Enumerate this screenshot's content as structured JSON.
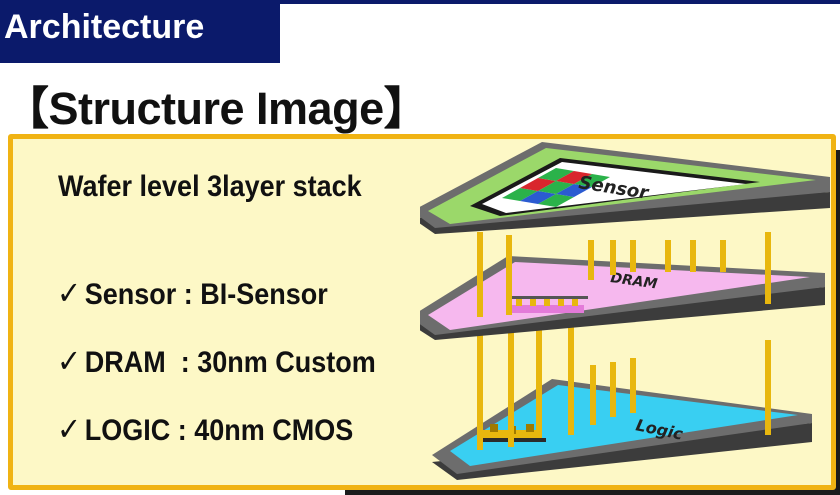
{
  "header": {
    "section_tab": "Architecture",
    "page_title": "【Structure Image】"
  },
  "content": {
    "headline": "Wafer level 3layer stack",
    "items": [
      {
        "check": "✓",
        "text": "Sensor : BI-Sensor"
      },
      {
        "check": "✓",
        "text": "DRAM  : 30nm Custom"
      },
      {
        "check": "✓",
        "text": "LOGIC : 40nm CMOS"
      }
    ]
  },
  "diagram": {
    "layers": [
      {
        "label": "Sensor",
        "surface": "#ffffff",
        "rim": "#9bd86a"
      },
      {
        "label": "DRAM",
        "surface": "#f6b8ee"
      },
      {
        "label": "Logic",
        "surface": "#39cff2"
      }
    ],
    "colors": {
      "pillar": "#e8b70e",
      "frame": "#6d6d6d",
      "frame_dark": "#3c3c3c",
      "accent": "#0b1a6b",
      "panel_border": "#f0b313",
      "panel_fill": "#fdf8c6"
    }
  }
}
